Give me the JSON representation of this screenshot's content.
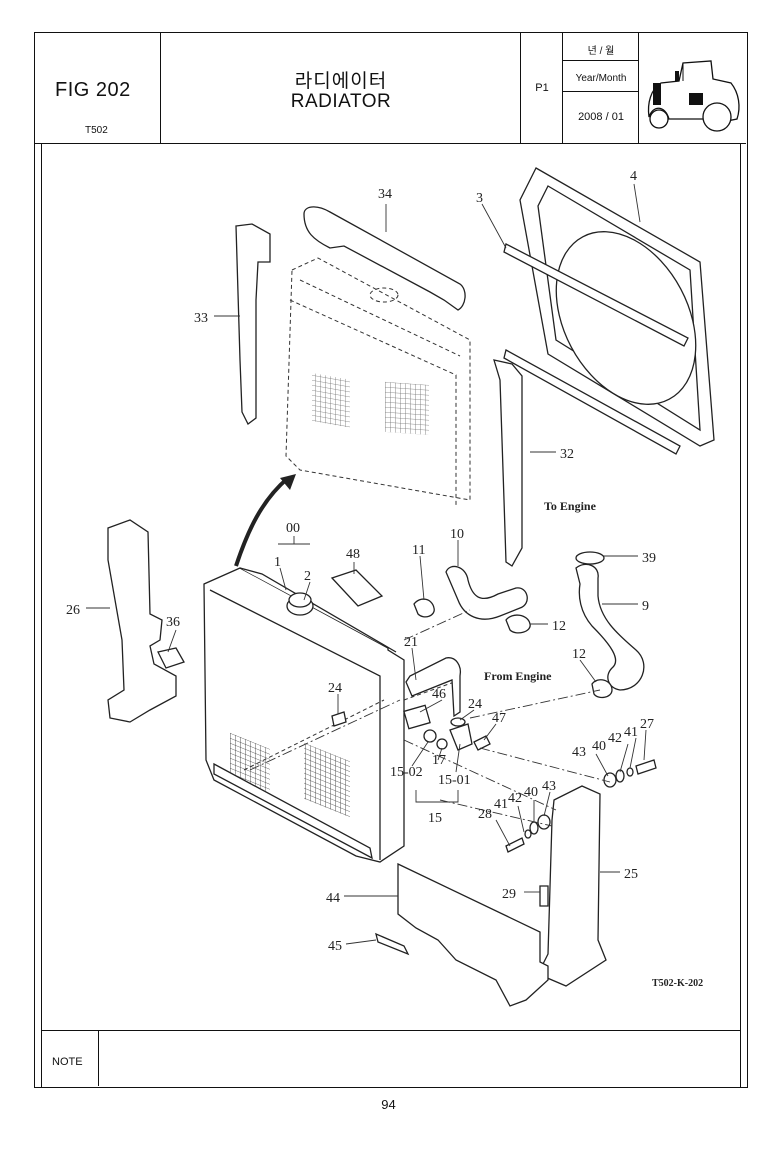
{
  "header": {
    "fig": "FIG 202",
    "model": "T502",
    "title_ko": "라디에이터",
    "title_en": "RADIATOR",
    "page_id": "P1",
    "ym_ko": "년 / 월",
    "ym_en": "Year/Month",
    "ym_value": "2008 / 01",
    "tractor_icon": "tractor-icon"
  },
  "diagram": {
    "callouts": [
      "34",
      "3",
      "4",
      "33",
      "32",
      "00",
      "1",
      "2",
      "48",
      "11",
      "10",
      "39",
      "9",
      "26",
      "36",
      "12",
      "21",
      "12",
      "24",
      "46",
      "24",
      "47",
      "43",
      "40",
      "42",
      "41",
      "27",
      "15-02",
      "17",
      "15-01",
      "15",
      "28",
      "41",
      "42",
      "40",
      "43",
      "25",
      "44",
      "29",
      "45"
    ],
    "text_labels": {
      "to_engine": "To Engine",
      "from_engine": "From Engine",
      "drawing_code": "T502-K-202"
    }
  },
  "footer": {
    "note_label": "NOTE",
    "page_number": "94"
  }
}
